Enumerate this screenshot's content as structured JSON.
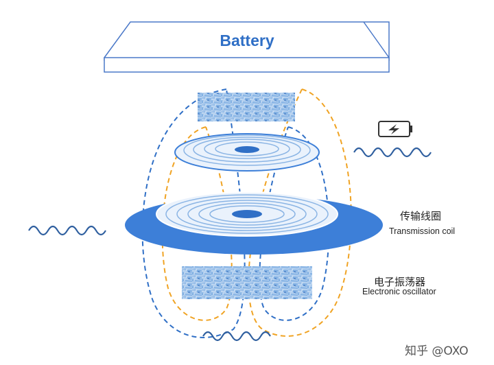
{
  "battery": {
    "label": "Battery"
  },
  "labels": {
    "coil_cn": "传输线圈",
    "coil_en": "Transmission coil",
    "osc_cn": "电子振荡器",
    "osc_en": "Electronic oscillator"
  },
  "watermark": "知乎 @OXO",
  "colors": {
    "blue": "#2f6fc6",
    "orange": "#f0a323",
    "disc": "#3d7fd8",
    "battery_outline": "#4a78c8",
    "battery_text": "#2f6fc6",
    "board": "#8ab4e4"
  },
  "icons": [
    "battery-charging-icon",
    "wave-icon"
  ]
}
